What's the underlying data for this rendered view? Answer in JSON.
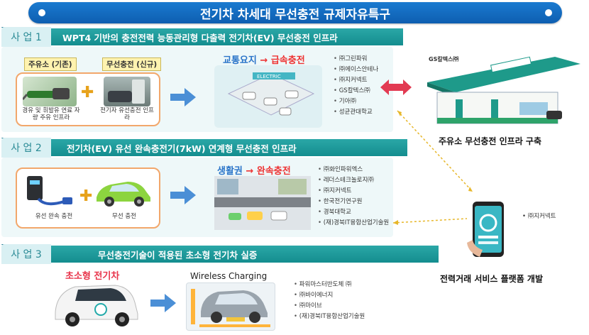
{
  "title": "전기차 차세대 무선충전 규제자유특구",
  "sections": [
    {
      "tag": "사 업 1",
      "header": "WPT4 기반의 충전전력 능동관리형 다출력 전기차(EV) 무선충전 인프라",
      "existing_label": "주유소 (기존)",
      "new_label": "무선충전 (신규)",
      "existing_caption": "경유 및 휘발유 연료 자량 주유 인프라",
      "new_caption": "전기자 유선충전 인프라",
      "diagram_title_a": "교통요지",
      "diagram_arrow": "→",
      "diagram_title_b": "급속충전",
      "diagram_sign": "ELECTRIC",
      "companies": [
        "㈜그린파워",
        "㈜에이스안테나",
        "㈜지커넥트",
        "GS칼텍스㈜",
        "기아㈜",
        "성균관대학교"
      ]
    },
    {
      "tag": "사 업 2",
      "header": "전기차(EV) 유선 완속충전기(7kW) 연계형 무선충전 인프라",
      "left_caption": "유선 완속 충전",
      "right_caption": "무선 충전",
      "diagram_title_a": "생활권",
      "diagram_arrow": "→",
      "diagram_title_b": "완속충전",
      "companies": [
        "㈜화인파워엑스",
        "레더스테크놀로지㈜",
        "㈜지커넥트",
        "한국전기연구원",
        "경북대학교",
        "(재)경북IT융합산업기술원"
      ]
    },
    {
      "tag": "사 업 3",
      "header": "무선충전기술이 적용된 초소형 전기차 실증",
      "car_title": "초소형 전기차",
      "wireless_title": "Wireless Charging",
      "companies": [
        "파워마스터반도체 ㈜",
        "㈜바이에너지",
        "㈜마이브",
        "(재)경북IT융합산업기술원"
      ]
    }
  ],
  "right": {
    "station_sign": "GS칼텍스㈜",
    "station_caption": "주유소 무선충전 인프라 구축",
    "phone_company": "㈜지커넥트",
    "platform_caption": "전력거래 서비스 플랫폼 개발"
  }
}
